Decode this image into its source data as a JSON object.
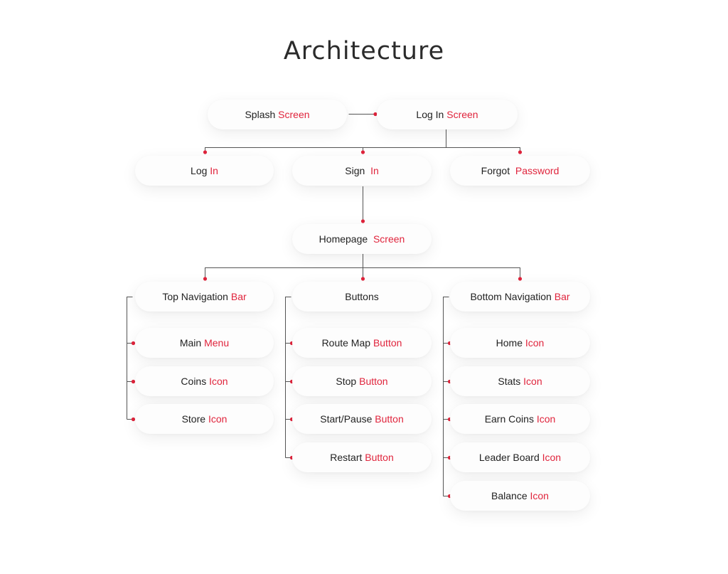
{
  "title": "Architecture",
  "colors": {
    "accent": "#e0243c",
    "line": "#555555",
    "text": "#222222"
  },
  "nodes": {
    "splash": {
      "dark": "Splash ",
      "red": "Screen"
    },
    "login_screen": {
      "dark": "Log In ",
      "red": "Screen"
    },
    "log_in": {
      "dark": "Log ",
      "red": "In"
    },
    "sign_in": {
      "dark": "Sign  ",
      "red": "In"
    },
    "forgot": {
      "dark": "Forgot  ",
      "red": "Password"
    },
    "homepage": {
      "dark": "Homepage  ",
      "red": "Screen"
    },
    "columns": [
      {
        "header": {
          "dark": "Top Navigation ",
          "red": "Bar"
        },
        "items": [
          {
            "dark": "Main ",
            "red": "Menu"
          },
          {
            "dark": "Coins ",
            "red": "Icon"
          },
          {
            "dark": "Store ",
            "red": "Icon"
          }
        ]
      },
      {
        "header": {
          "dark": "Buttons",
          "red": ""
        },
        "items": [
          {
            "dark": "Route Map ",
            "red": "Button"
          },
          {
            "dark": "Stop ",
            "red": "Button"
          },
          {
            "dark": "Start/Pause ",
            "red": "Button"
          },
          {
            "dark": "Restart ",
            "red": "Button"
          }
        ]
      },
      {
        "header": {
          "dark": "Bottom Navigation ",
          "red": "Bar"
        },
        "items": [
          {
            "dark": "Home ",
            "red": "Icon"
          },
          {
            "dark": "Stats ",
            "red": "Icon"
          },
          {
            "dark": "Earn Coins ",
            "red": "Icon"
          },
          {
            "dark": "Leader Board ",
            "red": "Icon"
          },
          {
            "dark": "Balance ",
            "red": "Icon"
          }
        ]
      }
    ]
  }
}
